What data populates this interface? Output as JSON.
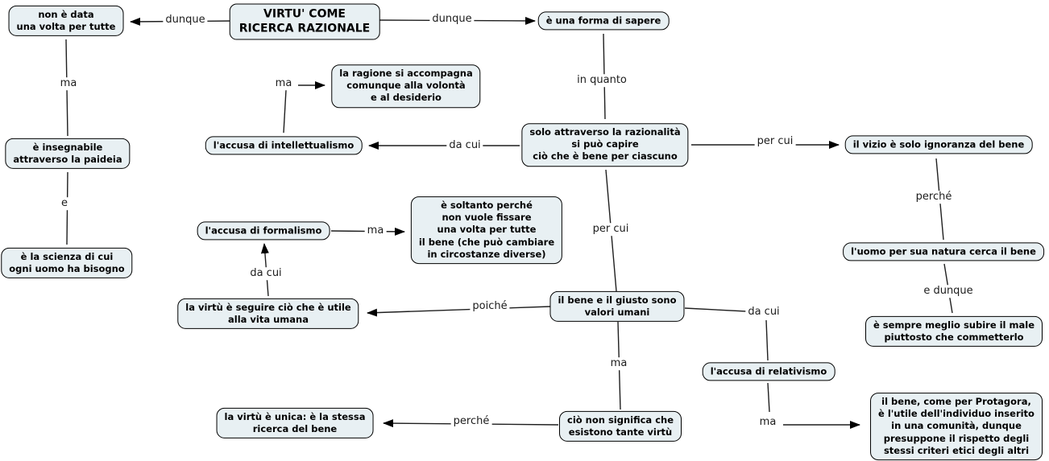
{
  "diagram": {
    "title": "VIRTU' COME RICERCA RAZIONALE",
    "colors": {
      "background": "#ffffff",
      "node_fill": "#e8f0f3",
      "node_border": "#000000",
      "line": "#1f1f1f"
    },
    "nodes": {
      "root": "VIRTU' COME\nRICERCA RAZIONALE",
      "non_e_data": "non è data\nuna volta per tutte",
      "forma_sapere": "è una forma di sapere",
      "ragione": "la ragione si accompagna\ncomunque alla volontà\ne al desiderio",
      "intellettualismo": "l'accusa di intellettualismo",
      "razionalita": "solo attraverso la razionalità\nsi può capire\nciò che è bene per ciascuno",
      "vizio": "il vizio è solo ignoranza del bene",
      "insegnabile": "è insegnabile\nattraverso la paideia",
      "scienza": "è la scienza di cui\nogni uomo ha bisogno",
      "formalismo": "l'accusa di formalismo",
      "soltanto": "è soltanto perché\nnon vuole fissare\nuna volta per tutte\nil bene (che può cambiare\nin circostanze diverse)",
      "uomo_natura": "l'uomo per sua natura cerca il bene",
      "virtu_seguire": "la virtù è seguire ciò che è utile\nalla vita umana",
      "bene_giusto": "il bene e il giusto sono\nvalori umani",
      "meglio_subire": "è sempre meglio subire il male\npiuttosto che commetterlo",
      "relativismo": "l'accusa di relativismo",
      "virtu_unica": "la virtù è unica: è la stessa\nricerca del bene",
      "cio_non": "ciò non significa che\nesistono tante virtù",
      "protagora": "il bene, come per Protagora,\nè l'utile dell'individuo inserito\nin una comunità, dunque\npresuppone il rispetto degli\nstessi criteri etici degli altri"
    },
    "links": [
      {
        "from": "root",
        "label": "dunque",
        "to": "non_e_data"
      },
      {
        "from": "root",
        "label": "dunque",
        "to": "forma_sapere"
      },
      {
        "from": "non_e_data",
        "label": "ma",
        "to": "insegnabile"
      },
      {
        "from": "insegnabile",
        "label": "e",
        "to": "scienza"
      },
      {
        "from": "forma_sapere",
        "label": "in quanto",
        "to": "razionalita"
      },
      {
        "from": "razionalita",
        "label": "da cui",
        "to": "intellettualismo"
      },
      {
        "from": "intellettualismo",
        "label": "ma",
        "to": "ragione"
      },
      {
        "from": "razionalita",
        "label": "per cui",
        "to": "vizio"
      },
      {
        "from": "razionalita",
        "label": "per cui",
        "to": "bene_giusto"
      },
      {
        "from": "vizio",
        "label": "perché",
        "to": "uomo_natura"
      },
      {
        "from": "uomo_natura",
        "label": "e dunque",
        "to": "meglio_subire"
      },
      {
        "from": "bene_giusto",
        "label": "poiché",
        "to": "virtu_seguire"
      },
      {
        "from": "virtu_seguire",
        "label": "da cui",
        "to": "formalismo"
      },
      {
        "from": "formalismo",
        "label": "ma",
        "to": "soltanto"
      },
      {
        "from": "bene_giusto",
        "label": "da cui",
        "to": "relativismo"
      },
      {
        "from": "relativismo",
        "label": "ma",
        "to": "protagora"
      },
      {
        "from": "bene_giusto",
        "label": "ma",
        "to": "cio_non"
      },
      {
        "from": "cio_non",
        "label": "perché",
        "to": "virtu_unica"
      }
    ]
  }
}
